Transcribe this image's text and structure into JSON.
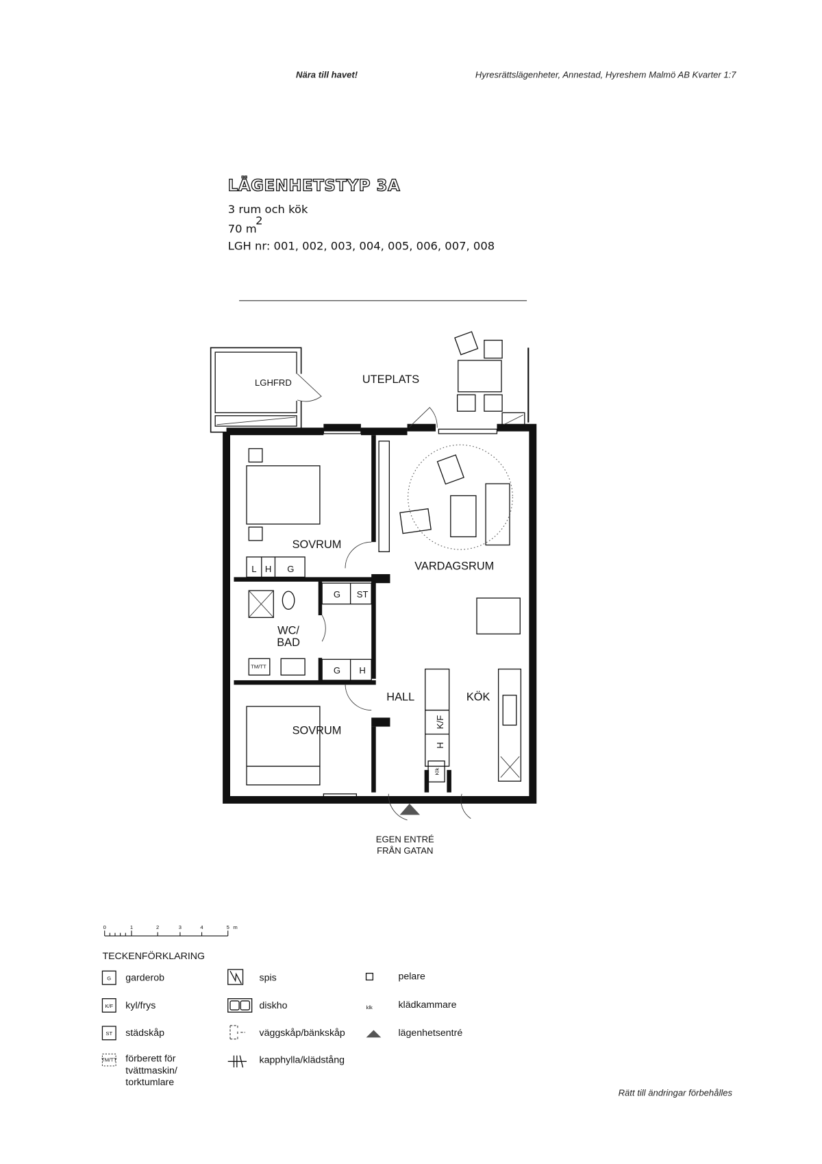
{
  "header": {
    "slogan": "Nära till havet!",
    "project": "Hyresrättslägenheter, Annestad, Hyreshem Malmö AB  Kvarter 1:7"
  },
  "title": {
    "type": "LÄGENHETSTYP 3A",
    "rooms": "3 rum och kök",
    "area": "70 m",
    "area_sup": "2",
    "apartment_numbers": "LGH nr: 001, 002, 003, 004, 005, 006, 007, 008"
  },
  "plan": {
    "storage": "LGHFRD",
    "patio": "UTEPLATS",
    "bedroom1": "SOVRUM",
    "living": "VARDAGSRUM",
    "bath_line1": "WC/",
    "bath_line2": "BAD",
    "hall": "HALL",
    "kitchen": "KÖK",
    "bedroom2": "SOVRUM",
    "wardrobe_l": "L",
    "wardrobe_h": "H",
    "wardrobe_g": "G",
    "hall_g1": "G",
    "hall_st": "ST",
    "hall_g2": "G",
    "hall_h": "H",
    "tmtt": "TM/TT",
    "kf": "K/F",
    "h_rot": "H",
    "klk": "Klk",
    "entrance_line1": "EGEN ENTRÉ",
    "entrance_line2": "FRÅN GATAN"
  },
  "scale": {
    "ticks": [
      "0",
      "1",
      "2",
      "3",
      "4",
      "5"
    ],
    "unit": "m"
  },
  "legend": {
    "title": "TECKENFÖRKLARING",
    "items": [
      {
        "symbol": "G",
        "label": "garderob"
      },
      {
        "symbol": "K/F",
        "label": "kyl/frys"
      },
      {
        "symbol": "ST",
        "label": "städskåp"
      },
      {
        "symbol": "TM/TT",
        "label_line1": "förberett för",
        "label_line2": "tvättmaskin/",
        "label_line3": "torktumlare"
      },
      {
        "symbol": "spis-icon",
        "label": "spis"
      },
      {
        "symbol": "diskho-icon",
        "label": "diskho"
      },
      {
        "symbol": "cabinet-icon",
        "label": "väggskåp/bänkskåp"
      },
      {
        "symbol": "shelf-icon",
        "label": "kapphylla/klädstång"
      },
      {
        "symbol": "pillar-icon",
        "label": "pelare"
      },
      {
        "symbol": "klk",
        "label": "klädkammare"
      },
      {
        "symbol": "entrance-icon",
        "label": "lägenhetsentré"
      }
    ]
  },
  "footer": {
    "note": "Rätt till ändringar förbehålles"
  }
}
